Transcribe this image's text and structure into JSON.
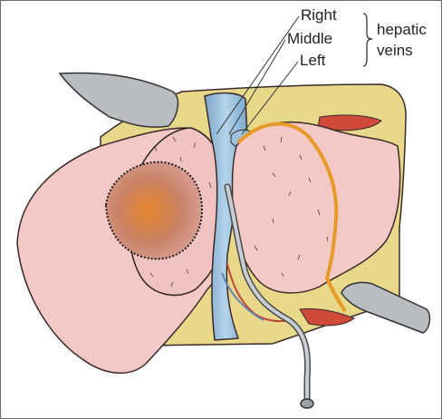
{
  "labels": {
    "right": "Right",
    "middle": "Middle",
    "left": "Left",
    "group_line1": "hepatic",
    "group_line2": "veins"
  },
  "colors": {
    "liver": "#f4c8c4",
    "liver_edge": "#3a2a2a",
    "fat": "#e8d88a",
    "vein": "#9ec3de",
    "lesion": "#d9833f",
    "capsule_cut": "#e59a2a",
    "drain_tube": "#9aa0a8",
    "retractor": "#b9bdc2"
  }
}
